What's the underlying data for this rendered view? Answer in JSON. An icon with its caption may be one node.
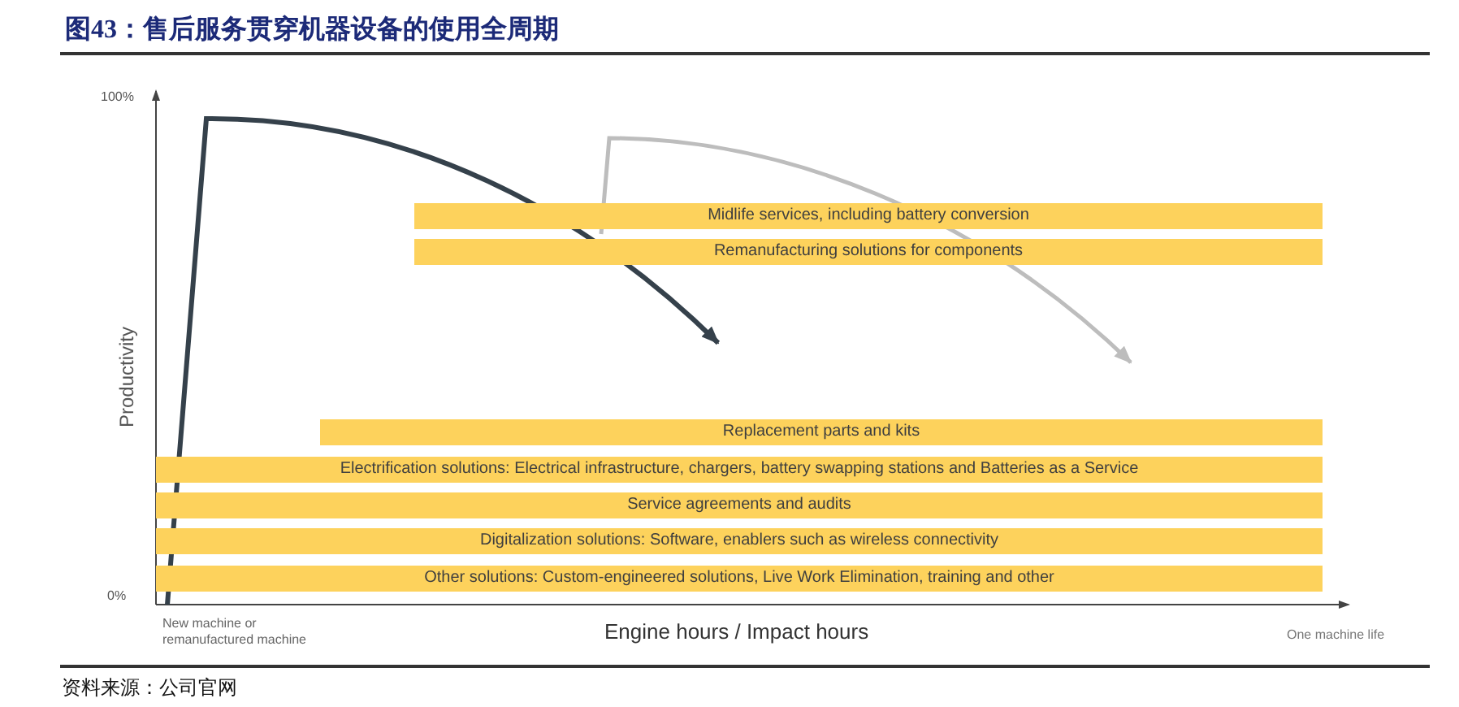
{
  "diagram": {
    "title": "图43：售后服务贯穿机器设备的使用全周期",
    "caption": "资料来源：公司官网",
    "nodes": [
      {
        "text": [
          "Midlife services, including battery conversion"
        ]
      },
      {
        "text": [
          "Remanufacturing solutions for components"
        ]
      },
      {
        "text": [
          "Replacement parts and kits"
        ]
      },
      {
        "text": [
          "Electrification solutions: Electrical infrastructure, chargers, battery swapping stations and Batteries as a Service"
        ]
      },
      {
        "text": [
          "Service agreements and audits"
        ]
      },
      {
        "text": [
          "Digitalization solutions: Software, enablers such as wireless connectivity"
        ]
      },
      {
        "text": [
          "Other solutions: Custom-engineered solutions, Live Work Elimination, training and other"
        ]
      }
    ],
    "labels": [
      "100%",
      "Productivity",
      "0%",
      "New machine or remanufactured machine",
      "Engine hours / Impact hours",
      "One machine life"
    ]
  }
}
